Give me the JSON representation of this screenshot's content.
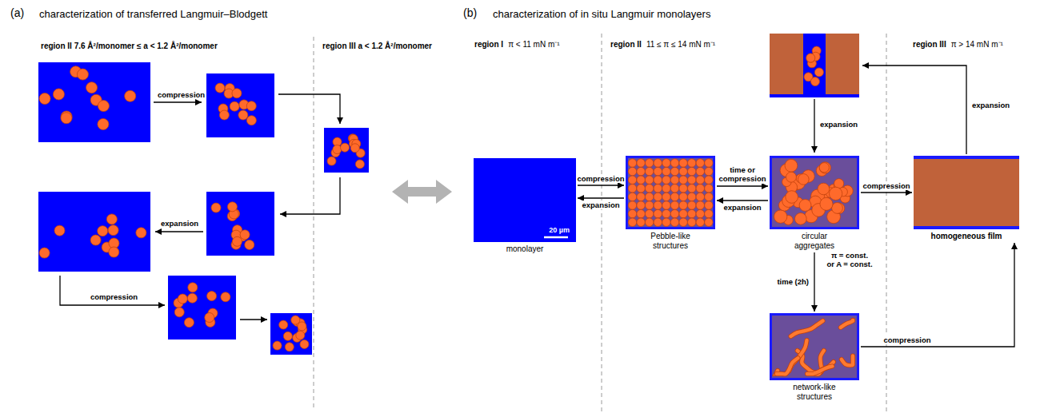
{
  "diagram": {
    "nodes": [
      {
        "text": [
          "20 µm",
          "monolayer"
        ]
      },
      {
        "text": [
          "Pebble-like structures"
        ]
      },
      {
        "text": [
          "circular aggregates"
        ]
      },
      {
        "text": [
          "homogeneous film"
        ]
      },
      {
        "text": [
          "network-like structures"
        ]
      }
    ],
    "edges": [
      {
        "from": 0,
        "to": 1,
        "arrow": "to",
        "label": "compression"
      },
      {
        "from": 1,
        "to": 0,
        "arrow": "to",
        "label": "expansion"
      },
      {
        "from": 1,
        "to": 2,
        "arrow": "to",
        "label": "time or compression"
      },
      {
        "from": 2,
        "to": 1,
        "arrow": "to",
        "label": "expansion"
      },
      {
        "from": 2,
        "to": 3,
        "arrow": "to",
        "label": "compression"
      },
      {
        "from": 2,
        "to": 4,
        "arrow": "to",
        "label": "time (2h)"
      },
      {
        "from": 4,
        "to": 3,
        "arrow": "to",
        "label": "compression"
      }
    ],
    "labels": [
      "(a)",
      "characterization of transferred Langmuir–Blodgett",
      "region II 7.6 Å²/monomer ≤ a < 1.2 Å²/monomer",
      "region III a < 1.2 Å²/monomer",
      "compression",
      "expansion",
      "compression",
      "(b)",
      "characterization of in situ Langmuir monolayers",
      "region I",
      "π < 11 mN m⁻¹",
      "region II",
      "11 ≤ π ≤ 14 mN m⁻¹",
      "region III",
      "π > 14 mN m⁻¹",
      "expansion",
      "expansion",
      "π = const. or A = const."
    ]
  }
}
